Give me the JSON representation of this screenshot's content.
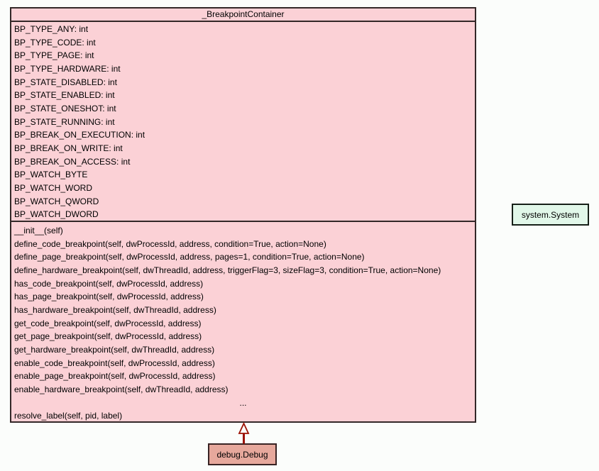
{
  "diagram": {
    "background_color": "#fbfdfb",
    "main_class": {
      "title": "_BreakpointContainer",
      "fill_color": "#fbd1d6",
      "border_color": "#332828",
      "attributes": [
        "BP_TYPE_ANY: int",
        "BP_TYPE_CODE: int",
        "BP_TYPE_PAGE: int",
        "BP_TYPE_HARDWARE: int",
        "BP_STATE_DISABLED: int",
        "BP_STATE_ENABLED: int",
        "BP_STATE_ONESHOT: int",
        "BP_STATE_RUNNING: int",
        "BP_BREAK_ON_EXECUTION: int",
        "BP_BREAK_ON_WRITE: int",
        "BP_BREAK_ON_ACCESS: int",
        "BP_WATCH_BYTE",
        "BP_WATCH_WORD",
        "BP_WATCH_QWORD",
        "BP_WATCH_DWORD"
      ],
      "methods": [
        "__init__(self)",
        "define_code_breakpoint(self, dwProcessId, address, condition=True, action=None)",
        "define_page_breakpoint(self, dwProcessId, address, pages=1, condition=True, action=None)",
        "define_hardware_breakpoint(self, dwThreadId, address, triggerFlag=3, sizeFlag=3, condition=True, action=None)",
        "has_code_breakpoint(self, dwProcessId, address)",
        "has_page_breakpoint(self, dwProcessId, address)",
        "has_hardware_breakpoint(self, dwThreadId, address)",
        "get_code_breakpoint(self, dwProcessId, address)",
        "get_page_breakpoint(self, dwProcessId, address)",
        "get_hardware_breakpoint(self, dwThreadId, address)",
        "enable_code_breakpoint(self, dwProcessId, address)",
        "enable_page_breakpoint(self, dwProcessId, address)",
        "enable_hardware_breakpoint(self, dwThreadId, address)",
        "...",
        "resolve_label(self, pid, label)"
      ]
    },
    "system_class": {
      "title": "system.System",
      "fill_color": "#e1f7e9"
    },
    "debug_class": {
      "title": "debug.Debug",
      "fill_color": "#e6a89c"
    },
    "inheritance_arrow": {
      "type": "generalization",
      "from": "debug.Debug",
      "to": "_BreakpointContainer",
      "color": "#9c1204"
    }
  }
}
